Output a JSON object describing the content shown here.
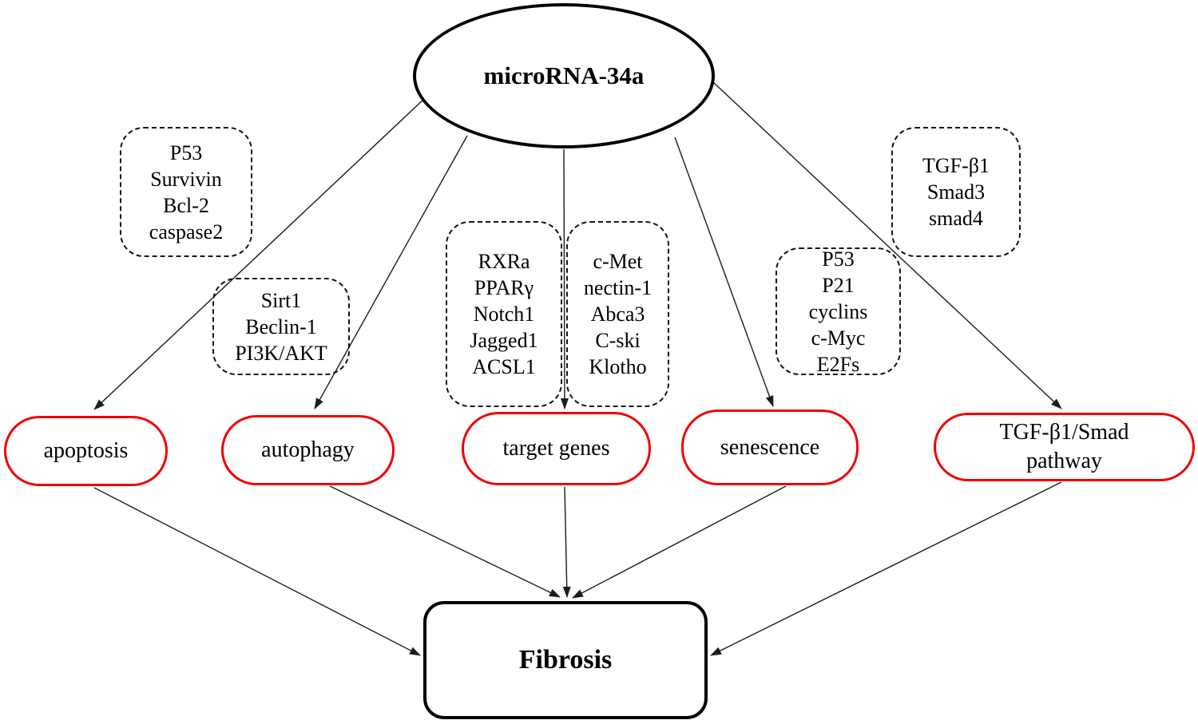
{
  "figure": {
    "source_node": "microRNA-34a",
    "outcome_node": "Fibrosis"
  },
  "pathways": [
    {
      "label": "apoptosis",
      "genes": [
        "P53",
        "Survivin",
        "Bcl-2",
        "caspase2"
      ]
    },
    {
      "label": "autophagy",
      "genes": [
        "Sirt1",
        "Beclin-1",
        "PI3K/AKT"
      ]
    },
    {
      "label": "target genes",
      "gene_groups": [
        [
          "RXRa",
          "PPARγ",
          "Notch1",
          "Jagged1",
          "ACSL1"
        ],
        [
          "c-Met",
          "nectin-1",
          "Abca3",
          "C-ski",
          "Klotho"
        ]
      ]
    },
    {
      "label": "senescence",
      "genes": [
        "P53",
        "P21",
        "cyclins",
        "c-Myc",
        "E2Fs"
      ]
    },
    {
      "label": "TGF-β1/Smad\npathway",
      "genes": [
        "TGF-β1",
        "Smad3",
        "smad4"
      ]
    }
  ],
  "edges": [
    {
      "from": "microRNA-34a",
      "to": "apoptosis"
    },
    {
      "from": "microRNA-34a",
      "to": "autophagy"
    },
    {
      "from": "microRNA-34a",
      "to": "target genes"
    },
    {
      "from": "microRNA-34a",
      "to": "senescence"
    },
    {
      "from": "microRNA-34a",
      "to": "TGF-β1/Smad pathway"
    },
    {
      "from": "apoptosis",
      "to": "Fibrosis"
    },
    {
      "from": "autophagy",
      "to": "Fibrosis"
    },
    {
      "from": "target genes",
      "to": "Fibrosis"
    },
    {
      "from": "senescence",
      "to": "Fibrosis"
    },
    {
      "from": "TGF-β1/Smad pathway",
      "to": "Fibrosis"
    }
  ],
  "colors": {
    "pathway_border": "#f20000",
    "node_border": "#000000",
    "arrow": "#1c1c1c",
    "dashed_border": "#141414"
  }
}
